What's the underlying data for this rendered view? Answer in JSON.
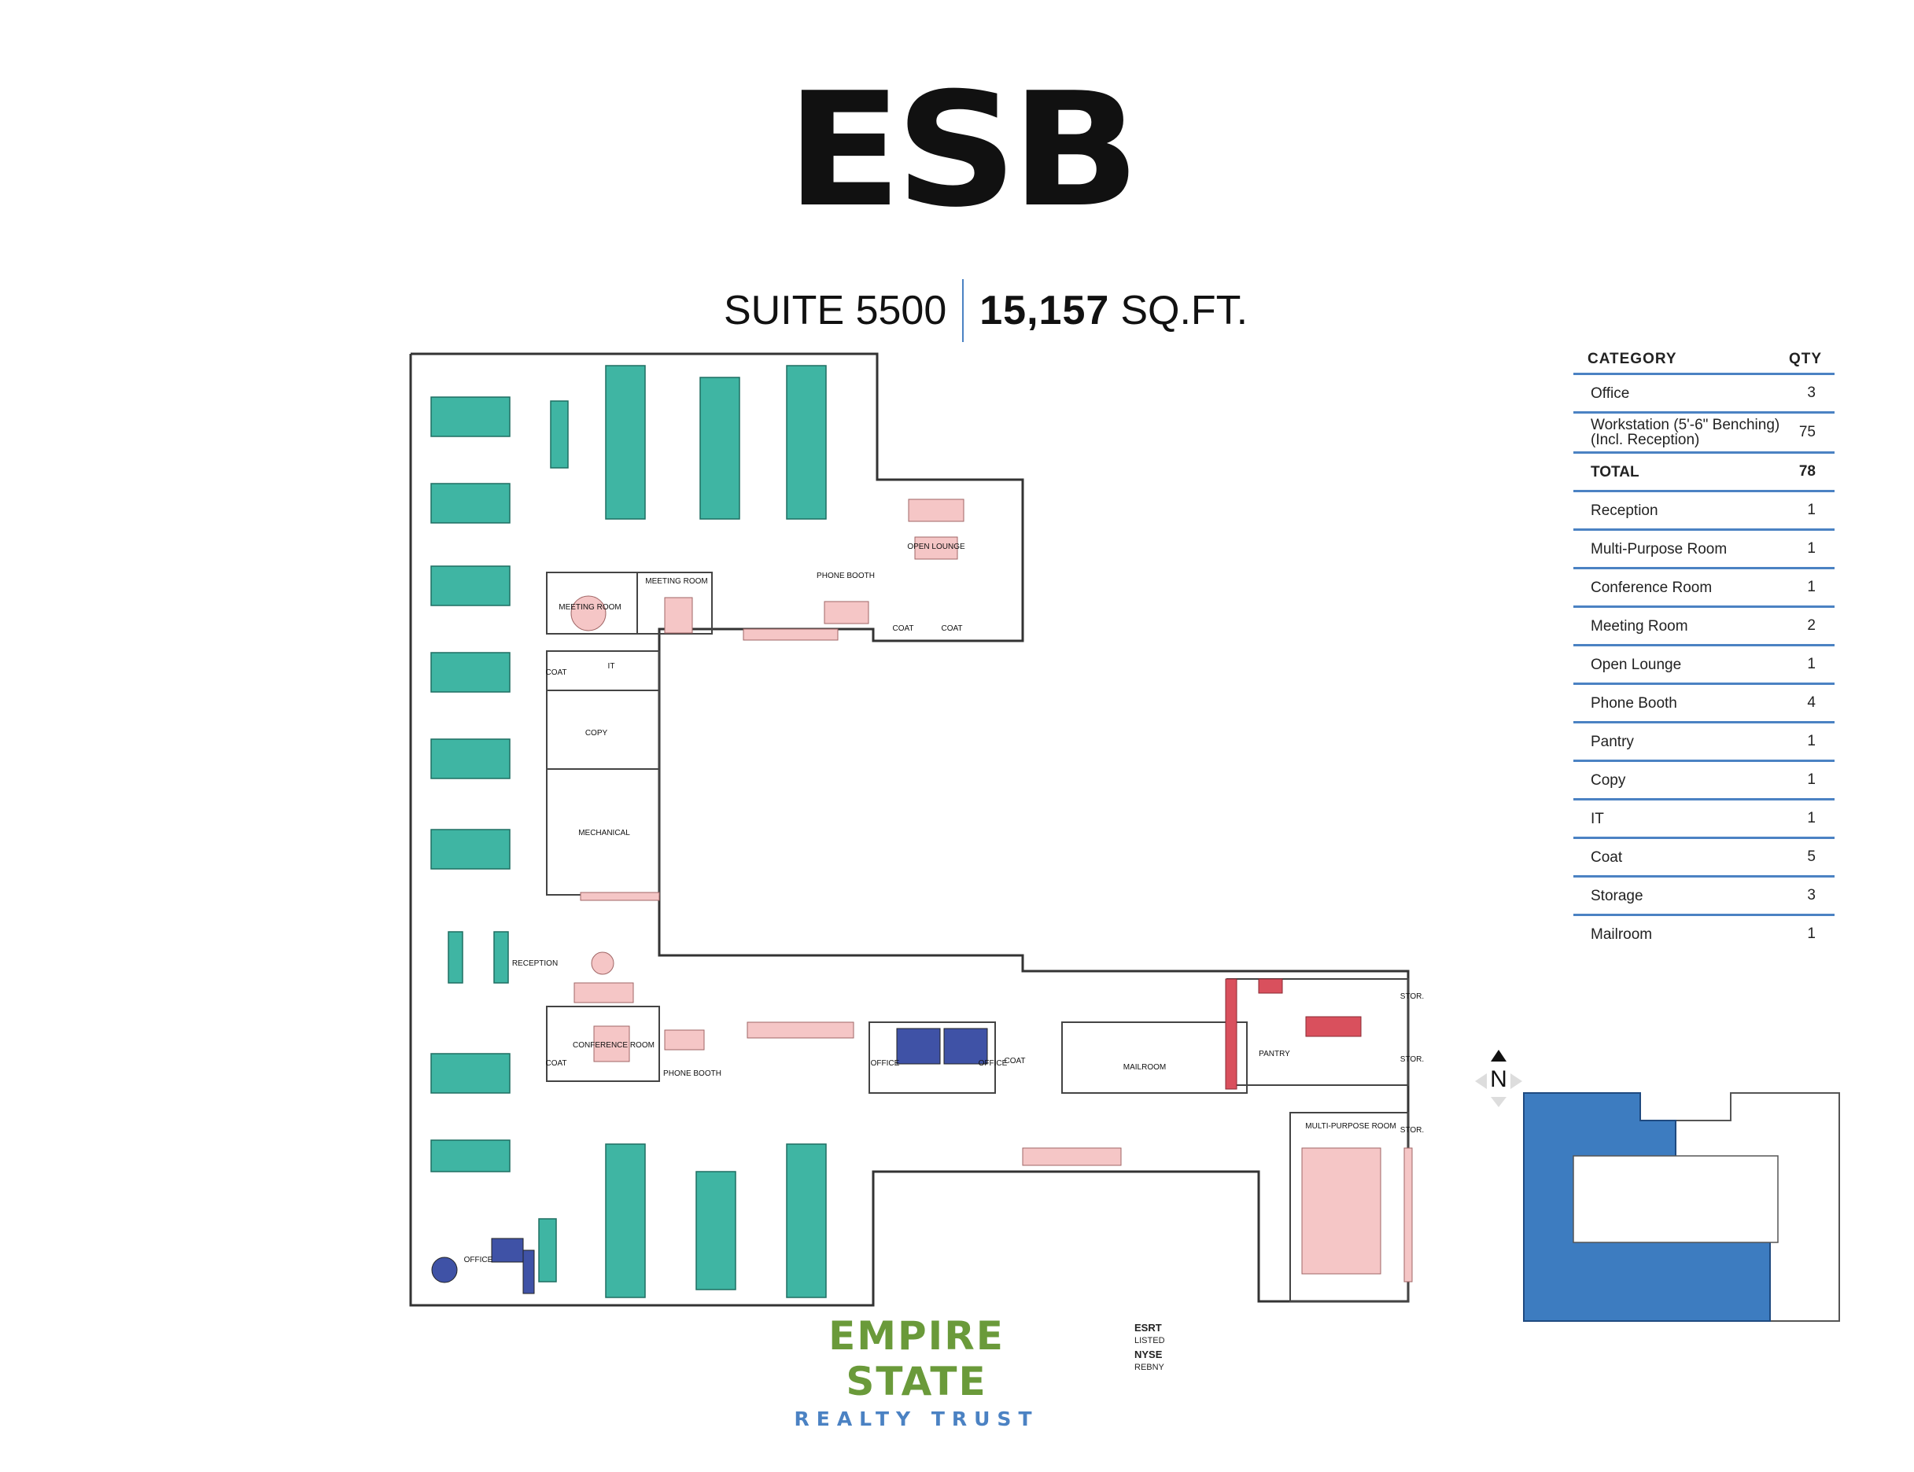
{
  "header": {
    "logo": "ESB",
    "suite": "SUITE 5500",
    "sqft_number": "15,157",
    "sqft_unit": "SQ.FT."
  },
  "table": {
    "col_category": "CATEGORY",
    "col_qty": "QTY",
    "rows": [
      {
        "label": "Office",
        "qty": "3"
      },
      {
        "label": "Workstation (5'-6\" Benching) (Incl. Reception)",
        "qty": "75"
      },
      {
        "label": "TOTAL",
        "qty": "78"
      },
      {
        "label": "Reception",
        "qty": "1"
      },
      {
        "label": "Multi-Purpose Room",
        "qty": "1"
      },
      {
        "label": "Conference Room",
        "qty": "1"
      },
      {
        "label": "Meeting Room",
        "qty": "2"
      },
      {
        "label": "Open Lounge",
        "qty": "1"
      },
      {
        "label": "Phone Booth",
        "qty": "4"
      },
      {
        "label": "Pantry",
        "qty": "1"
      },
      {
        "label": "Copy",
        "qty": "1"
      },
      {
        "label": "IT",
        "qty": "1"
      },
      {
        "label": "Coat",
        "qty": "5"
      },
      {
        "label": "Storage",
        "qty": "3"
      },
      {
        "label": "Mailroom",
        "qty": "1"
      }
    ]
  },
  "plan": {
    "labels": {
      "meeting_room_1": "MEETING ROOM",
      "meeting_room_2": "MEETING ROOM",
      "phone_booth_top": "PHONE BOOTH",
      "open_lounge": "OPEN LOUNGE",
      "coat_1": "COAT",
      "coat_2": "COAT",
      "coat_left": "COAT",
      "it": "IT",
      "copy": "COPY",
      "mechanical": "MECHANICAL",
      "reception": "RECEPTION",
      "conference_room": "CONFERENCE ROOM",
      "coat_left2": "COAT",
      "phone_booth_bottom": "PHONE BOOTH",
      "office_a": "OFFICE",
      "office_b": "OFFICE",
      "coat_mid": "COAT",
      "mailroom": "MAILROOM",
      "pantry": "PANTRY",
      "stor_1": "STOR.",
      "stor_2": "STOR.",
      "stor_3": "STOR.",
      "multi_purpose": "MULTI-PURPOSE ROOM",
      "office_sw": "OFFICE"
    },
    "colors": {
      "workstation": "#3fb5a3",
      "office_furniture": "#3f52a6",
      "soft_furniture": "#f5c6c6",
      "pantry_table": "#d9505d",
      "wall": "#333333",
      "keyplan_fill": "#3d7cc0"
    },
    "north_label": "N"
  },
  "brand": {
    "line1": "EMPIRE STATE",
    "line2": "REALTY TRUST",
    "exchange_1": "ESRT",
    "exchange_2": "LISTED",
    "exchange_3": "NYSE",
    "exchange_4": "REBNY"
  }
}
